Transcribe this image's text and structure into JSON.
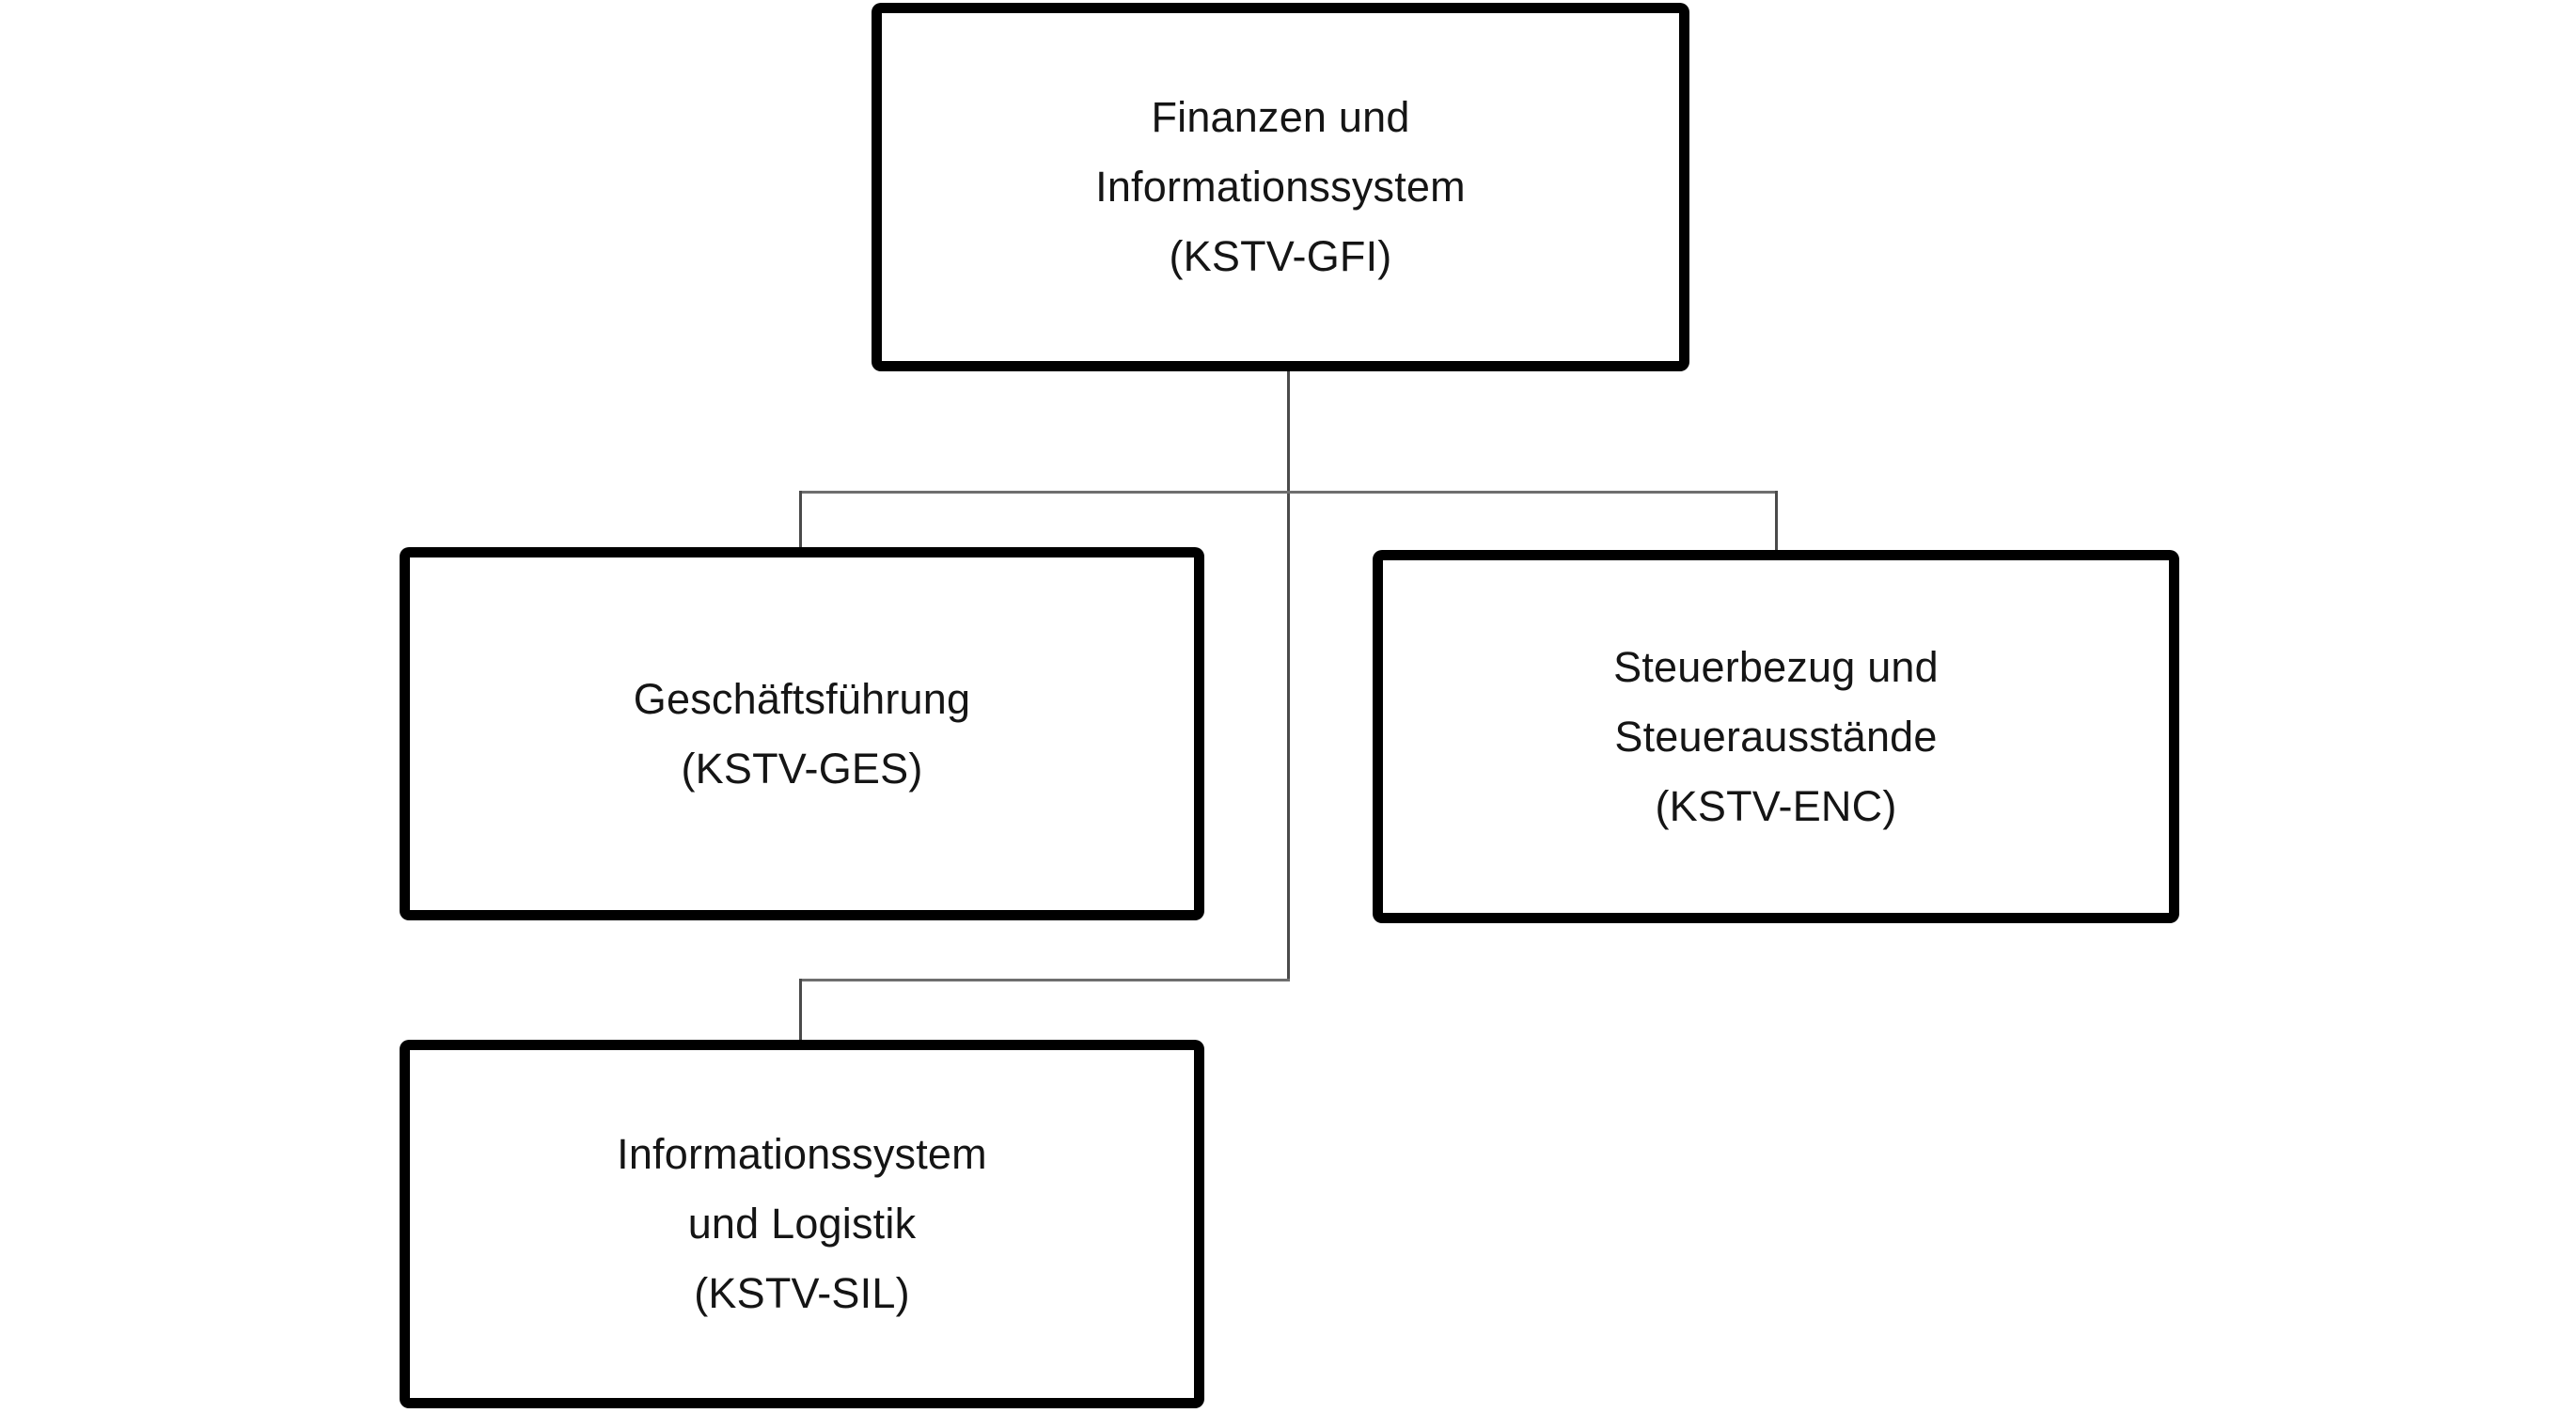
{
  "chart": {
    "type": "org-chart",
    "nodes": {
      "gfi": {
        "code": "KSTV-GFI",
        "label": "Finanzen und\nInformationssystem\n(KSTV-GFI)"
      },
      "ges": {
        "code": "KSTV-GES",
        "label": "Geschäftsführung\n(KSTV-GES)"
      },
      "enc": {
        "code": "KSTV-ENC",
        "label": "Steuerbezug und\nSteuerausstände\n(KSTV-ENC)"
      },
      "sil": {
        "code": "KSTV-SIL",
        "label": "Informationssystem\nund Logistik\n(KSTV-SIL)"
      }
    },
    "edges": [
      {
        "from": "KSTV-GFI",
        "to": "KSTV-GES"
      },
      {
        "from": "KSTV-GFI",
        "to": "KSTV-ENC"
      },
      {
        "from": "KSTV-GFI",
        "to": "KSTV-SIL"
      }
    ],
    "colors": {
      "background": "#ffffff",
      "box_fill": "#ffffff",
      "box_border": "#000000",
      "text": "#151515",
      "connector_vertical": "#4a4a4a",
      "connector_horizontal": "#6e6e6e"
    }
  }
}
